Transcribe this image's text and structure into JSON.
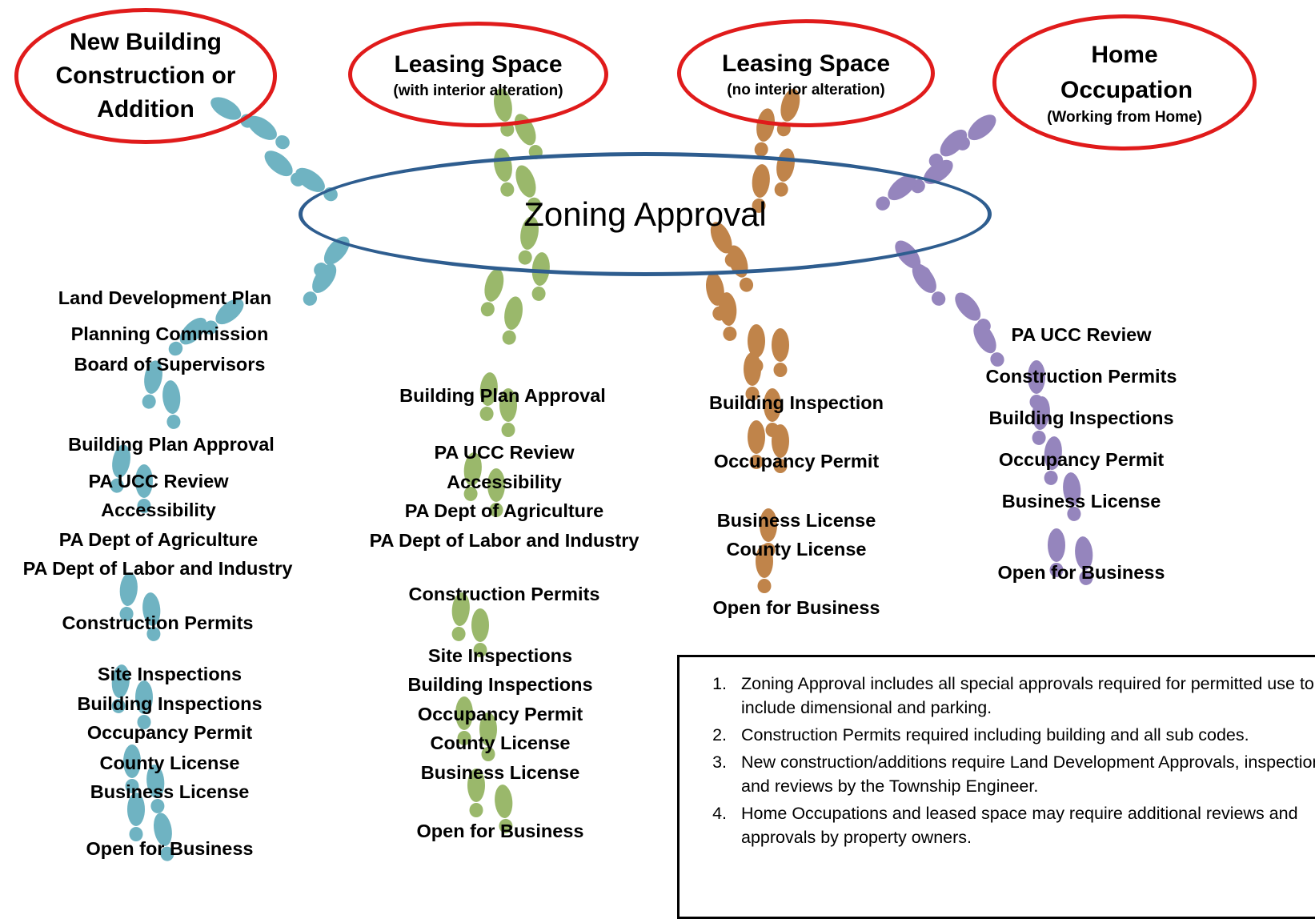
{
  "paths": {
    "new_building": {
      "title": "New Building Construction or Addition",
      "subtitle": "",
      "color": "#6fb3c2"
    },
    "leasing_alteration": {
      "title": "Leasing Space",
      "subtitle": "(with interior alteration)",
      "color": "#9ab86b"
    },
    "leasing_no_alteration": {
      "title": "Leasing Space",
      "subtitle": "(no interior alteration)",
      "color": "#c0844a"
    },
    "home_occupation": {
      "title": "Home Occupation",
      "subtitle": "(Working from Home)",
      "color": "#9585bd"
    }
  },
  "hub": {
    "title": "Zoning Approval",
    "color": "#2e5d8f"
  },
  "steps": {
    "new_building": [
      "Land Development Plan",
      "Planning Commission",
      "Board of Supervisors",
      "Building Plan Approval",
      "PA UCC Review",
      "Accessibility",
      "PA Dept of Agriculture",
      "PA Dept of Labor and Industry",
      "Construction Permits",
      "Site Inspections",
      "Building Inspections",
      "Occupancy Permit",
      "County License",
      "Business License",
      "Open for Business"
    ],
    "leasing_alteration": [
      "Building Plan Approval",
      "PA UCC Review",
      "Accessibility",
      "PA Dept of Agriculture",
      "PA Dept of Labor and Industry",
      "Construction Permits",
      "Site Inspections",
      "Building Inspections",
      "Occupancy Permit",
      "County License",
      "Business License",
      "Open for Business"
    ],
    "leasing_no_alteration": [
      "Building Inspection",
      "Occupancy Permit",
      "Business License",
      "County License",
      "Open for Business"
    ],
    "home_occupation": [
      "PA UCC Review",
      "Construction Permits",
      "Building Inspections",
      "Occupancy Permit",
      "Business License",
      "Open for Business"
    ]
  },
  "notes": [
    "Zoning Approval includes all special approvals required for permitted use to include dimensional and parking.",
    "Construction Permits required including building and all sub codes.",
    "New construction/additions require Land Development Approvals, inspection and reviews by the Township Engineer.",
    "Home Occupations and leased space may require additional reviews and approvals by property owners."
  ]
}
